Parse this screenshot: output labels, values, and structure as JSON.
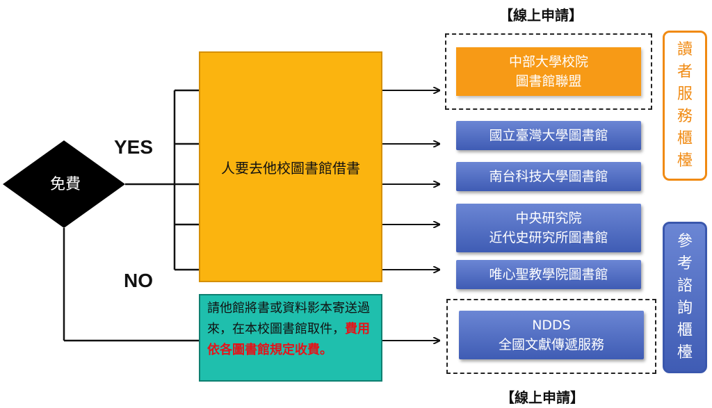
{
  "labels": {
    "top_online": "【線上申請】",
    "bottom_online": "【線上申請】",
    "yes": "YES",
    "no": "NO"
  },
  "decision": {
    "text": "免費"
  },
  "yes_box": {
    "text": "人要去他校圖書館借書"
  },
  "no_box": {
    "text_plain": "請他館將書或資料影本寄送過來，在本校圖書館取件，",
    "text_red": "費用依各圖書館規定收費。"
  },
  "libraries": [
    {
      "line1": "中部大學校院",
      "line2": "圖書館聯盟"
    },
    {
      "line1": "國立臺灣大學圖書館",
      "line2": ""
    },
    {
      "line1": "南台科技大學圖書館",
      "line2": ""
    },
    {
      "line1": "中央研究院",
      "line2": "近代史研究所圖書館"
    },
    {
      "line1": "唯心聖教學院圖書館",
      "line2": ""
    }
  ],
  "ndds": {
    "line1": "NDDS",
    "line2": "全國文獻傳遞服務"
  },
  "side_counters": {
    "reader_service": "讀者服務櫃檯",
    "reference": "參考諮詢櫃檯"
  },
  "colors": {
    "yes_box": "#fbb40f",
    "no_box": "#1fbfad",
    "library_boxes": "#4f6cc4",
    "consortium_box": "#f79a16",
    "highlight_text": "#e3141a"
  }
}
